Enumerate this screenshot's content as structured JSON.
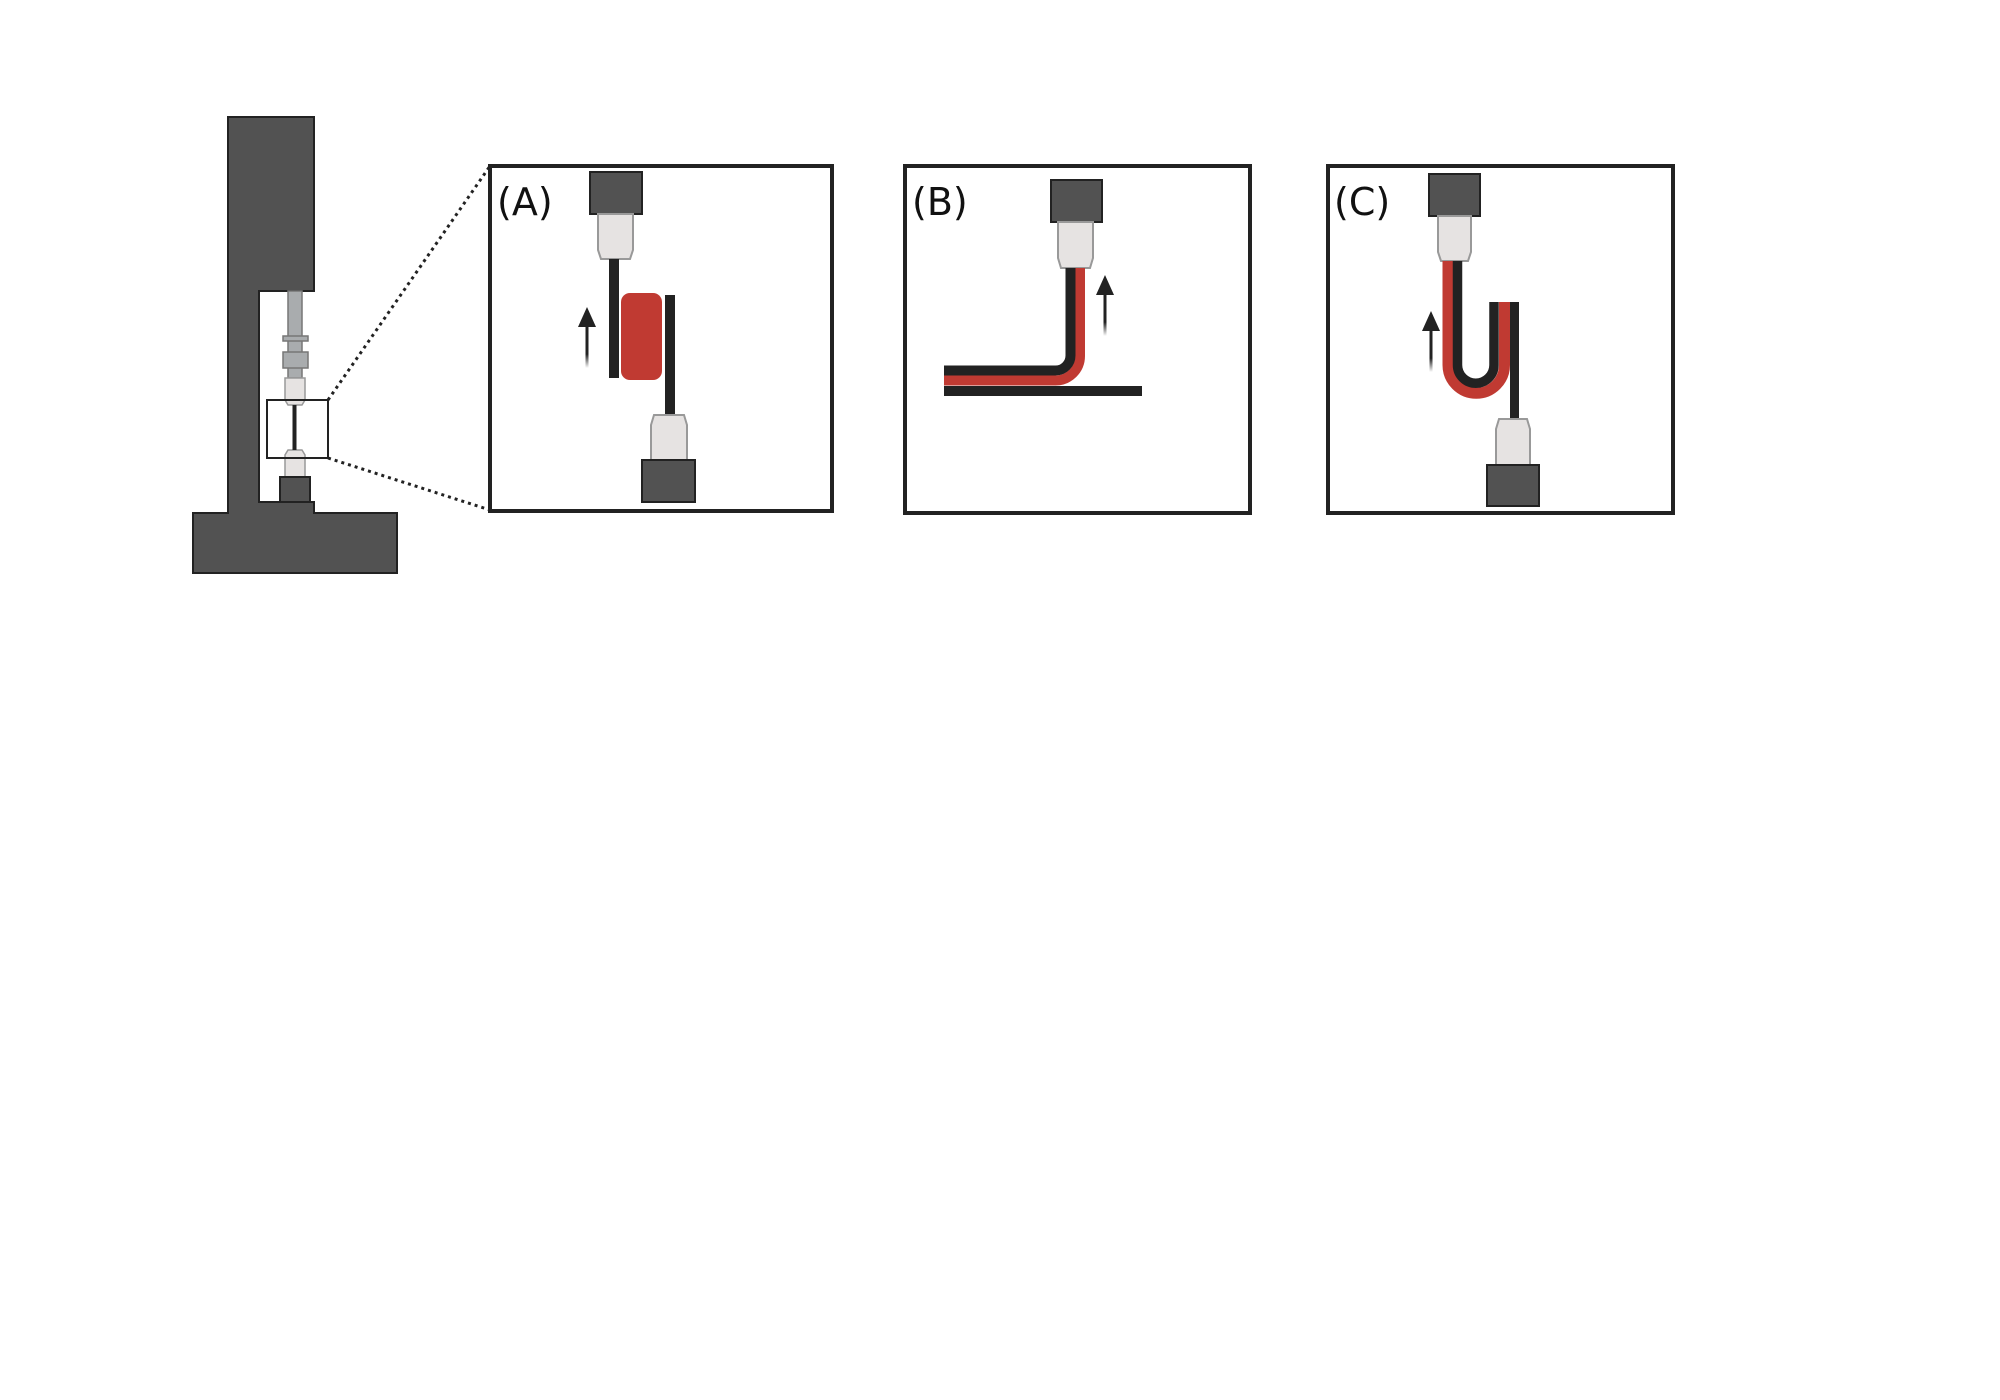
{
  "panels": [
    {
      "label": "(A)"
    },
    {
      "label": "(B)"
    },
    {
      "label": "(C)"
    }
  ],
  "colors": {
    "machine": "#525252",
    "outline": "#222222",
    "grip_light": "#e6e3e2",
    "rod": "#a9acae",
    "specimen": "#222222",
    "adhesive": "#c03a32",
    "background": "#ffffff"
  }
}
